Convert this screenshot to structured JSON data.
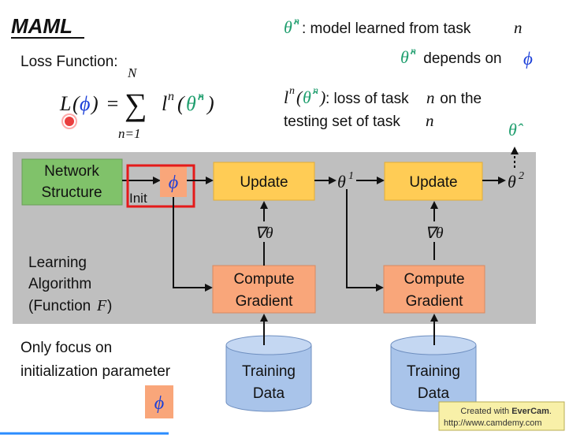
{
  "title": "MAML",
  "loss_label": "Loss Function:",
  "formula": {
    "lhs_L": "L",
    "lhs_open": "(",
    "lhs_phi": "ϕ",
    "lhs_close": ")",
    "equals": "=",
    "sum": "∑",
    "sum_top": "N",
    "sum_bottom": "n=1",
    "term_l": "l",
    "term_sup": "n",
    "term_open": "(",
    "term_theta": "θ̂",
    "term_theta_sup": "n",
    "term_close": ")"
  },
  "notes": {
    "line1_theta": "θ̂",
    "line1_sup": "n",
    "line1_text": ": model learned from task ",
    "line1_n": "n",
    "line2_theta": "θ̂",
    "line2_sup": "n",
    "line2_text": " depends on ",
    "line2_phi": "ϕ",
    "line3_l": "l",
    "line3_sup": "n",
    "line3_open": "(",
    "line3_theta": "θ̂",
    "line3_theta_sup": "n",
    "line3_close": ")",
    "line3_text": ": loss of task ",
    "line3_n": "n",
    "line3_text2": " on the",
    "line4_text": "testing set of task ",
    "line4_n": "n"
  },
  "diagram": {
    "network_line1": "Network",
    "network_line2": "Structure",
    "init_label": "Init",
    "phi": "ϕ",
    "update1": "Update",
    "update2": "Update",
    "theta1": "θ",
    "theta1_sup": "1",
    "theta2": "θ",
    "theta2_sup": "2",
    "theta_hat": "θ̂",
    "grad1": "∇θ",
    "grad2": "∇θ",
    "compute1_line1": "Compute",
    "compute1_line2": "Gradient",
    "compute2_line1": "Compute",
    "compute2_line2": "Gradient",
    "learning_line1": "Learning",
    "learning_line2": "Algorithm",
    "learning_line3_a": "(Function ",
    "learning_line3_f": "F",
    "learning_line3_b": ")",
    "training1_line1": "Training",
    "training1_line2": "Data",
    "training2_line1": "Training",
    "training2_line2": "Data"
  },
  "focus_line1": "Only focus on",
  "focus_line2": "initialization parameter",
  "focus_phi": "ϕ",
  "watermark_line1_a": "Created with ",
  "watermark_line1_b": "EverCam",
  "watermark_line1_c": ".",
  "watermark_line2": "http://www.camdemy.com",
  "colors": {
    "green_text": "#1f9e6e",
    "blue_text": "#1b3fd8",
    "panel_gray": "#bfbfbf",
    "network_fill": "#80c26a",
    "update_fill": "#ffcc55",
    "compute_fill": "#f9a67a",
    "cylinder_fill": "#a9c4ea",
    "highlight_red": "#e41a1a"
  }
}
